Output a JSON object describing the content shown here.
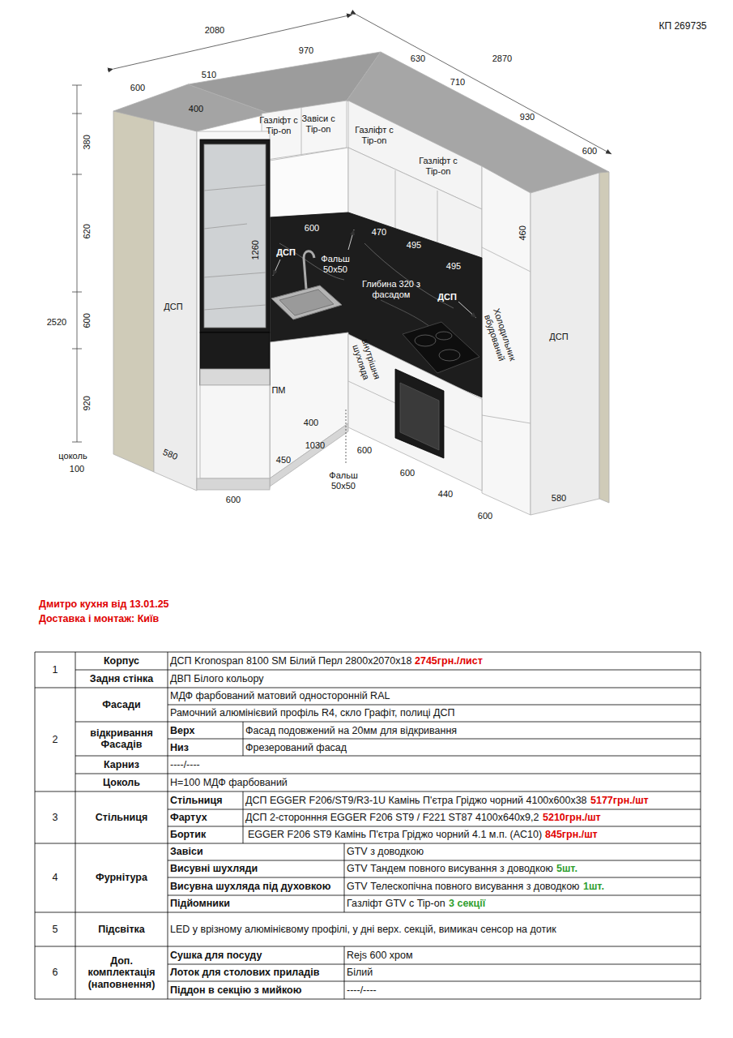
{
  "diagram": {
    "title": "Дмитро кухня від 13.01.25",
    "labels": [
      "КП 269735",
      "2080",
      "970",
      "630",
      "2870",
      "510",
      "710",
      "600",
      "930",
      "400",
      "600",
      "380",
      "620",
      "2520",
      "600",
      "920",
      "цоколь",
      "100",
      "Газліфт с Tip-on",
      "Завіси с Tip-on",
      "Газліфт с Tip-on",
      "Газліфт с Tip-on",
      "ДСП",
      "1260",
      "ДСП",
      "600",
      "470",
      "Фальш 50x50",
      "495",
      "495",
      "Глибина 320 з фасадом",
      "ДСП",
      "460",
      "Холодильник вбудований",
      "ДСП",
      "внутрішня шухляда",
      "ПМ",
      "400",
      "1030",
      "580",
      "450",
      "600",
      "Фальш 50x50",
      "600",
      "440",
      "600",
      "580",
      "600",
      "Доставка і монтаж: Київ",
      "1",
      "Корпус",
      "ДСП Kronospan 8100 SM Білий Перл 2800x2070x18",
      "2745грн./лист",
      "Задня стінка",
      "ДВП Білого кольору",
      "2",
      "Фасади",
      "МДФ фарбований матовий односторонній RAL",
      "Рамочний алюмінієвий профіль R4, скло Графіт, полиці ДСП",
      "відкривання Фасадів",
      "Верх",
      "Фасад подовжений на 20мм для відкривання",
      "Низ",
      "Фрезерований фасад",
      "Карниз",
      "----/----",
      "Цоколь",
      "H=100 МДФ фарбований",
      "3",
      "Стільниця",
      "Стільниця",
      "ДСП EGGER F206/ST9/R3-1U Камінь П'єтра Гріджо чорний 4100x600x38",
      "5177грн./шт",
      "Фартух",
      "ДСП 2-сторонння EGGER F206 ST9 / F221 ST87 4100x640x9,2",
      "5210грн./шт",
      "Бортик",
      "EGGER F206 ST9 Камінь П'єтра Гріджо чорний 4.1 м.п. (AC10)",
      "845грн./шт",
      "4",
      "Фурнітура",
      "Завіси",
      "GTV з доводкою",
      "Висувні шухляди",
      "GTV Тандем повного висування з доводкою",
      "5шт.",
      "Висувна шухляда під духовкою",
      "GTV Телескопічна повного висування з доводкою",
      "1шт.",
      "Підйомники",
      "Газліфт GTV с Tip-on",
      "3 секції",
      "5",
      "Підсвітка",
      "LED у врізному алюмінієвому профілі, у дні верх. секцій, вимикач сенсор на дотик",
      "6",
      "Доп. комплектація (наповнення)",
      "Сушка для посуду",
      "Rejs 600 хром",
      "Лоток для столових приладів",
      "Білий",
      "Піддон в секцію з мийкою",
      "----/----"
    ]
  }
}
